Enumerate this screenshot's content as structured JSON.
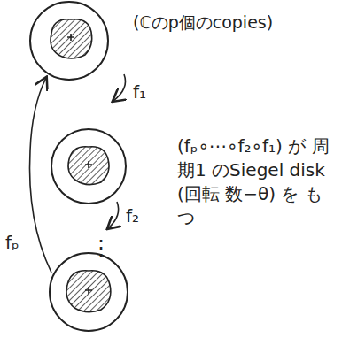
{
  "diagram": {
    "labels": [
      "(ℂのp個のcopies)",
      "f₁",
      "f₂",
      "⋮",
      "fₚ",
      "(fₚ∘⋯∘f₂∘f₁) が 周期1 のSiegel disk (回転 数−θ) を もつ"
    ]
  }
}
